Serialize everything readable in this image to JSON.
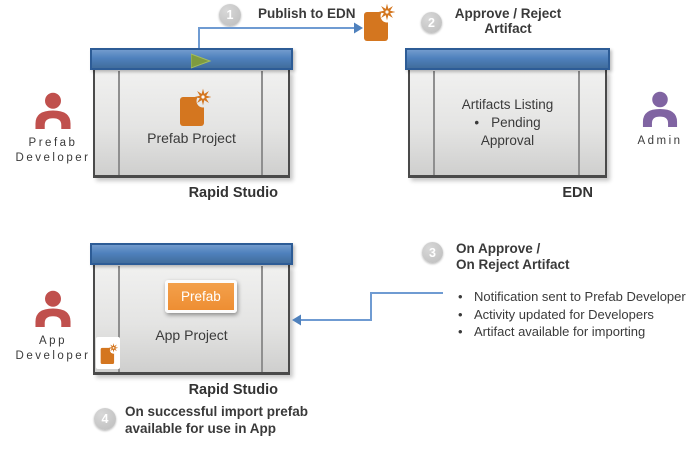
{
  "colors": {
    "titlebar_blue": "#4f81bd",
    "titlebar_border": "#2d5c96",
    "artifact_orange": "#d4761f",
    "chip_orange": "#f0953f",
    "developer_red": "#c0504d",
    "admin_purple": "#8064a2",
    "play_green": "#7e9b40",
    "step_circle_gray": "#c3c3c3",
    "connector_blue": "#6f9bd2",
    "text_dark": "#3a3a3a"
  },
  "steps": {
    "s1": {
      "num": "1",
      "label": "Publish to EDN"
    },
    "s2": {
      "num": "2",
      "line1": "Approve / Reject",
      "line2": "Artifact"
    },
    "s3": {
      "num": "3",
      "line1": "On Approve /",
      "line2": "On Reject Artifact"
    },
    "s4": {
      "num": "4",
      "line1": "On successful import prefab",
      "line2": "available for use in App"
    }
  },
  "windows": {
    "studio_top": {
      "app_label": "Prefab Project",
      "caption": "Rapid Studio"
    },
    "edn": {
      "line1": "Artifacts Listing",
      "bullet": "•",
      "line2": "Pending",
      "line3": "Approval",
      "caption": "EDN"
    },
    "studio_bottom": {
      "chip_label": "Prefab",
      "app_label": "App Project",
      "caption": "Rapid Studio"
    }
  },
  "actors": {
    "prefab_developer": {
      "line1": "Prefab",
      "line2": "Developer"
    },
    "admin": {
      "line1": "Admin"
    },
    "app_developer": {
      "line1": "App",
      "line2": "Developer"
    }
  },
  "notes": {
    "bullets": [
      "Notification sent to Prefab Developer",
      "Activity updated for Developers",
      "Artifact available for importing"
    ]
  }
}
